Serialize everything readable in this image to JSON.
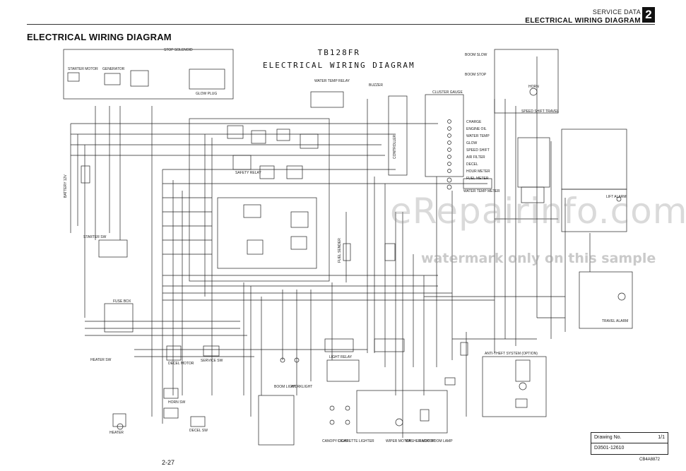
{
  "header": {
    "section": "SERVICE DATA",
    "chapter_title": "ELECTRICAL WIRING DIAGRAM",
    "chapter_number": "2"
  },
  "page_title": "ELECTRICAL WIRING DIAGRAM",
  "diagram": {
    "model": "TB128FR",
    "title": "ELECTRICAL WIRING DIAGRAM"
  },
  "components": [
    {
      "id": "starter_motor",
      "label": "STARTER MOTOR"
    },
    {
      "id": "generator",
      "label": "GENERATOR"
    },
    {
      "id": "stop_solenoid",
      "label": "STOP SOLENOID"
    },
    {
      "id": "glow_plug",
      "label": "GLOW PLUG"
    },
    {
      "id": "water_temp_relay",
      "label": "WATER TEMP RELAY"
    },
    {
      "id": "buzzer",
      "label": "BUZZER"
    },
    {
      "id": "controller",
      "label": "CONTROLLER"
    },
    {
      "id": "cluster_gauge",
      "label": "CLUSTER GAUGE"
    },
    {
      "id": "boom_slow",
      "label": "BOOM SLOW"
    },
    {
      "id": "boom_stop",
      "label": "BOOM STOP"
    },
    {
      "id": "horn",
      "label": "HORN"
    },
    {
      "id": "speed_shift_travel",
      "label": "SPEED SHIFT TRAVEL"
    },
    {
      "id": "battery",
      "label": "BATTERY 12V"
    },
    {
      "id": "safety_relay",
      "label": "SAFETY RELAY"
    },
    {
      "id": "starter_sw",
      "label": "STARTER SW"
    },
    {
      "id": "fuse_box",
      "label": "FUSE BOX"
    },
    {
      "id": "heater_sw",
      "label": "HEATER SW"
    },
    {
      "id": "heater",
      "label": "HEATER"
    },
    {
      "id": "decel_motor",
      "label": "DECEL MOTOR"
    },
    {
      "id": "service_sw",
      "label": "SERVICE SW"
    },
    {
      "id": "horn_sw",
      "label": "HORN SW"
    },
    {
      "id": "decel_sw",
      "label": "DECEL SW"
    },
    {
      "id": "boom_light",
      "label": "BOOM LIGHT"
    },
    {
      "id": "worklight",
      "label": "WORKLIGHT"
    },
    {
      "id": "light_relay",
      "label": "LIGHT RELAY"
    },
    {
      "id": "canopy_light",
      "label": "CANOPY LIGHT"
    },
    {
      "id": "cigarette_lighter",
      "label": "CIGARETTE LIGHTER"
    },
    {
      "id": "wiper_motor",
      "label": "WIPER MOTOR"
    },
    {
      "id": "washer_motor",
      "label": "WASHER MOTOR"
    },
    {
      "id": "radio",
      "label": "RADIO"
    },
    {
      "id": "room_lamp",
      "label": "ROOM LAMP"
    },
    {
      "id": "lift_alarm",
      "label": "LIFT ALARM"
    },
    {
      "id": "travel_alarm",
      "label": "TRAVEL ALARM"
    },
    {
      "id": "water_temp_meter",
      "label": "WATER TEMP METER"
    },
    {
      "id": "fuel_sender",
      "label": "FUEL SENDER"
    },
    {
      "id": "anti_theft",
      "label": "ANTI-THEFT SYSTEM (OPTION)"
    }
  ],
  "cluster_items": [
    "CHARGE",
    "ENGINE OIL",
    "WATER TEMP",
    "GLOW",
    "SPEED SHIFT",
    "AIR FILTER",
    "DECEL",
    "HOUR METER",
    "FUEL METER"
  ],
  "drawing": {
    "label": "Drawing No.",
    "number": "D3501-12610",
    "sheet": "1/1"
  },
  "page_number": "2-27",
  "reference": "CB4A8872",
  "watermark": {
    "brand": "eRepairinfo.com",
    "note": "watermark only on this sample"
  }
}
